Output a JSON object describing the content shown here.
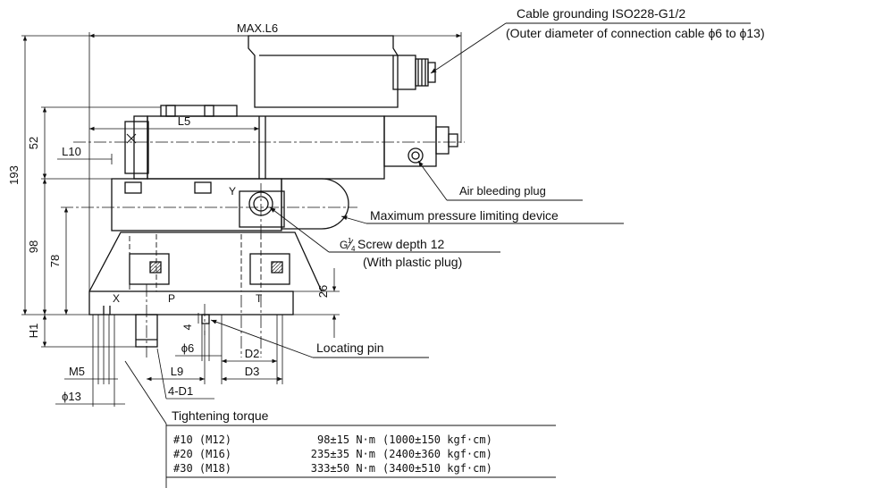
{
  "dimensions": {
    "max_l6": "MAX.L6",
    "l5": "L5",
    "l10": "L10",
    "d193": "193",
    "d52": "52",
    "d98": "98",
    "d78": "78",
    "d26": "26",
    "d4": "4",
    "h1": "H1",
    "m5": "M5",
    "phi13": "ϕ13",
    "phi6": "ϕ6",
    "l9": "L9",
    "d2": "D2",
    "d3": "D3",
    "four_d1": "4-D1"
  },
  "ports": {
    "x": "X",
    "p": "P",
    "t": "T",
    "y": "Y"
  },
  "callouts": {
    "cable_grounding": "Cable grounding ISO228-G1/2",
    "cable_diameter": "(Outer diameter of connection cable ϕ6 to ϕ13)",
    "air_bleeding": "Air bleeding plug",
    "max_pressure": "Maximum pressure limiting device",
    "g_prefix": "G",
    "g_frac_num": "1",
    "g_frac_den": "4",
    "screw_depth": "Screw depth 12",
    "plastic_plug": "(With plastic plug)",
    "locating_pin": "Locating pin"
  },
  "torque_table": {
    "title": "Tightening torque",
    "rows": [
      {
        "size": "#10 (M12)",
        "nm": "98±15 N·m",
        "kgf": "(1000±150  kgf·cm)"
      },
      {
        "size": "#20 (M16)",
        "nm": "235±35 N·m",
        "kgf": "(2400±360  kgf·cm)"
      },
      {
        "size": "#30 (M18)",
        "nm": "333±50 N·m",
        "kgf": "(3400±510  kgf·cm)"
      }
    ]
  }
}
